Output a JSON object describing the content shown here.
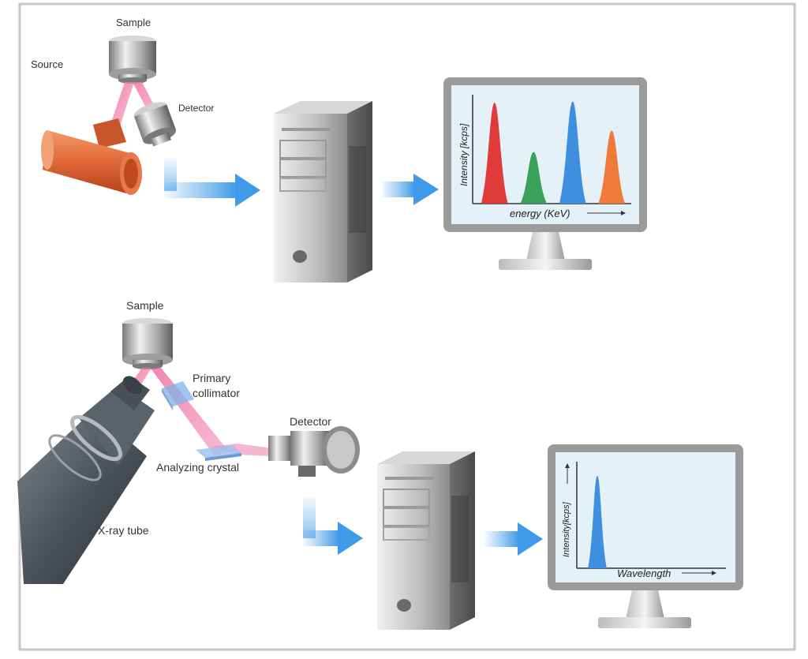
{
  "top": {
    "labels": {
      "sample": "Sample",
      "source": "Source",
      "detector": "Detector"
    },
    "chart_data": {
      "type": "area",
      "xlabel": "energy (KeV)",
      "ylabel": "Intensity [kcps]",
      "peaks": [
        {
          "color": "#e03b3b",
          "height": 0.94
        },
        {
          "color": "#3aa05a",
          "height": 0.48
        },
        {
          "color": "#3f8fe0",
          "height": 0.95
        },
        {
          "color": "#f07a3a",
          "height": 0.68
        }
      ]
    }
  },
  "bottom": {
    "labels": {
      "sample": "Sample",
      "primary_collimator_line1": "Primary",
      "primary_collimator_line2": "collimator",
      "detector": "Detector",
      "analyzing_crystal": "Analyzing crystal",
      "xray_tube": "X-ray tube"
    },
    "chart_data": {
      "type": "area",
      "xlabel": "Wavelength",
      "ylabel": "Intensity[kcps]",
      "peaks": [
        {
          "color": "#3f8fe0",
          "height": 0.88
        }
      ]
    }
  },
  "colors": {
    "frame": "#c9c9c9",
    "arrow": "#3f9ae8",
    "beam": "#f07aa8",
    "monitor_bezel": "#9a9a9a",
    "screen": "#e4f1f8",
    "tower": "#8f8f8f",
    "copper": "#e06838"
  }
}
